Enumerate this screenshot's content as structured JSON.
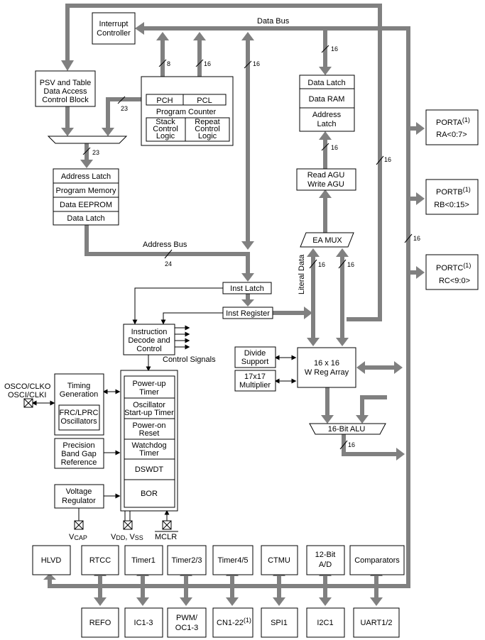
{
  "labels": {
    "data_bus": "Data Bus",
    "address_bus": "Address Bus",
    "control_signals": "Control Signals",
    "literal_data": "Literal Data",
    "w8": "8",
    "w16": "16",
    "w23": "23",
    "w24": "24"
  },
  "blocks": {
    "interrupt_controller": [
      "Interrupt",
      "Controller"
    ],
    "psv_table": [
      "PSV and Table",
      "Data Access",
      "Control Block"
    ],
    "pch": "PCH",
    "pcl": "PCL",
    "program_counter": "Program Counter",
    "stack_control": [
      "Stack",
      "Control",
      "Logic"
    ],
    "repeat_control": [
      "Repeat",
      "Control",
      "Logic"
    ],
    "address_latch": "Address Latch",
    "program_memory": "Program Memory",
    "data_eeprom": "Data EEPROM",
    "data_latch_prog": "Data Latch",
    "data_latch": "Data Latch",
    "data_ram": "Data RAM",
    "address_latch_ram": [
      "Address",
      "Latch"
    ],
    "agu": [
      "Read AGU",
      "Write AGU"
    ],
    "ea_mux": "EA MUX",
    "inst_latch": "Inst Latch",
    "inst_register": "Inst Register",
    "instruction_decode": [
      "Instruction",
      "Decode and",
      "Control"
    ],
    "divide_support": [
      "Divide",
      "Support"
    ],
    "multiplier": [
      "17x17",
      "Multiplier"
    ],
    "w_reg_array": [
      "16 x 16",
      "W Reg Array"
    ],
    "alu": "16-Bit ALU",
    "timing_generation": [
      "Timing",
      "Generation"
    ],
    "frc_lprc": [
      "FRC/LPRC",
      "Oscillators"
    ],
    "power_up_timer": [
      "Power-up",
      "Timer"
    ],
    "osc_startup_timer": [
      "Oscillator",
      "Start-up Timer"
    ],
    "power_on_reset": [
      "Power-on",
      "Reset"
    ],
    "watchdog_timer": [
      "Watchdog",
      "Timer"
    ],
    "dswdt": "DSWDT",
    "bor": "BOR",
    "precision_bandgap": [
      "Precision",
      "Band Gap",
      "Reference"
    ],
    "voltage_regulator": [
      "Voltage",
      "Regulator"
    ]
  },
  "pins": {
    "osc_labels": [
      "OSCO/CLKO",
      "OSCI/CLKI"
    ],
    "vcap": "V",
    "vcap_sub": "CAP",
    "vdd_vss": "V",
    "vdd_sub": "DD",
    "vss_mid": ", V",
    "vss_sub": "SS",
    "mclr": "MCLR"
  },
  "ports": [
    {
      "name": "PORTA",
      "sup": "(1)",
      "pins": "RA<0:7>"
    },
    {
      "name": "PORTB",
      "sup": "(1)",
      "pins": "RB<0:15>"
    },
    {
      "name": "PORTC",
      "sup": "(1)",
      "pins": "RC<9:0>"
    }
  ],
  "peripherals_top": [
    [
      "HLVD"
    ],
    [
      "RTCC"
    ],
    [
      "Timer1"
    ],
    [
      "Timer2/3"
    ],
    [
      "Timer4/5"
    ],
    [
      "CTMU"
    ],
    [
      "12-Bit",
      "A/D"
    ],
    [
      "Comparators"
    ]
  ],
  "peripherals_bottom": [
    {
      "label": "REFO",
      "sup": ""
    },
    {
      "label": "IC1-3",
      "sup": ""
    },
    {
      "label": "PWM/",
      "label2": "OC1-3",
      "sup": ""
    },
    {
      "label": "CN1-22",
      "sup": "(1)"
    },
    {
      "label": "SPI1",
      "sup": ""
    },
    {
      "label": "I2C1",
      "sup": ""
    },
    {
      "label": "UART1/2",
      "sup": ""
    }
  ]
}
